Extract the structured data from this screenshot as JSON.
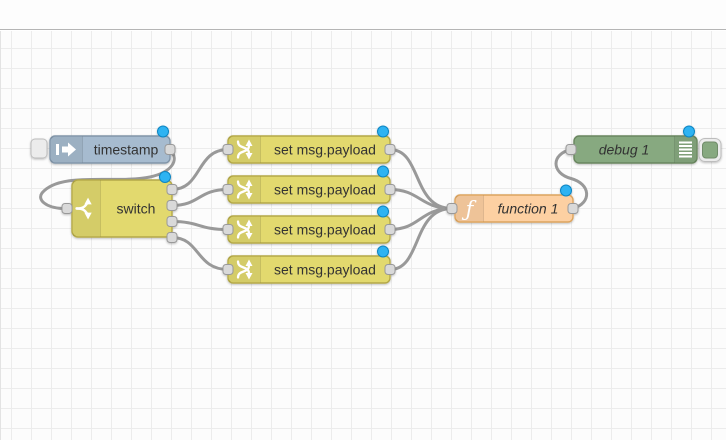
{
  "palette": {
    "wire": "#999999",
    "port_fill": "#d9d9d9",
    "inject_fill": "#a6bbcf",
    "yellow_fill": "#e2d96e",
    "function_fill": "#fdd0a2",
    "debug_fill": "#87a980",
    "changed_dot": "#2db3f2",
    "label_text": "#333333"
  },
  "icons": {
    "function_glyph": "ƒ"
  },
  "flow": {
    "nodes": {
      "inject": {
        "label": "timestamp",
        "changed": true
      },
      "switch": {
        "label": "switch",
        "changed": true
      },
      "change1": {
        "label": "set msg.payload",
        "changed": true
      },
      "change2": {
        "label": "set msg.payload",
        "changed": true
      },
      "change3": {
        "label": "set msg.payload",
        "changed": true
      },
      "change4": {
        "label": "set msg.payload",
        "changed": true
      },
      "function": {
        "label": "function 1",
        "changed": true
      },
      "debug": {
        "label": "debug 1",
        "changed": true
      }
    }
  }
}
